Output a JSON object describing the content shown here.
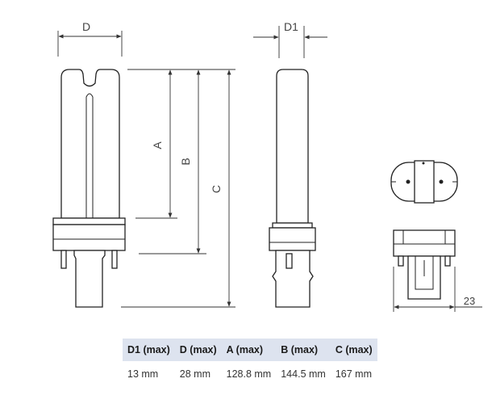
{
  "dimension_labels": {
    "d": "D",
    "d1": "D1",
    "a": "A",
    "b": "B",
    "c": "C",
    "pin_gap": "23"
  },
  "spec_table": {
    "headers": [
      "D1 (max)",
      "D (max)",
      "A (max)",
      "B (max)",
      "C (max)"
    ],
    "values": [
      "13 mm",
      "28 mm",
      "128.8 mm",
      "144.5 mm",
      "167 mm"
    ]
  },
  "colors": {
    "line": "#222222",
    "header_bg": "#dde3ef"
  }
}
